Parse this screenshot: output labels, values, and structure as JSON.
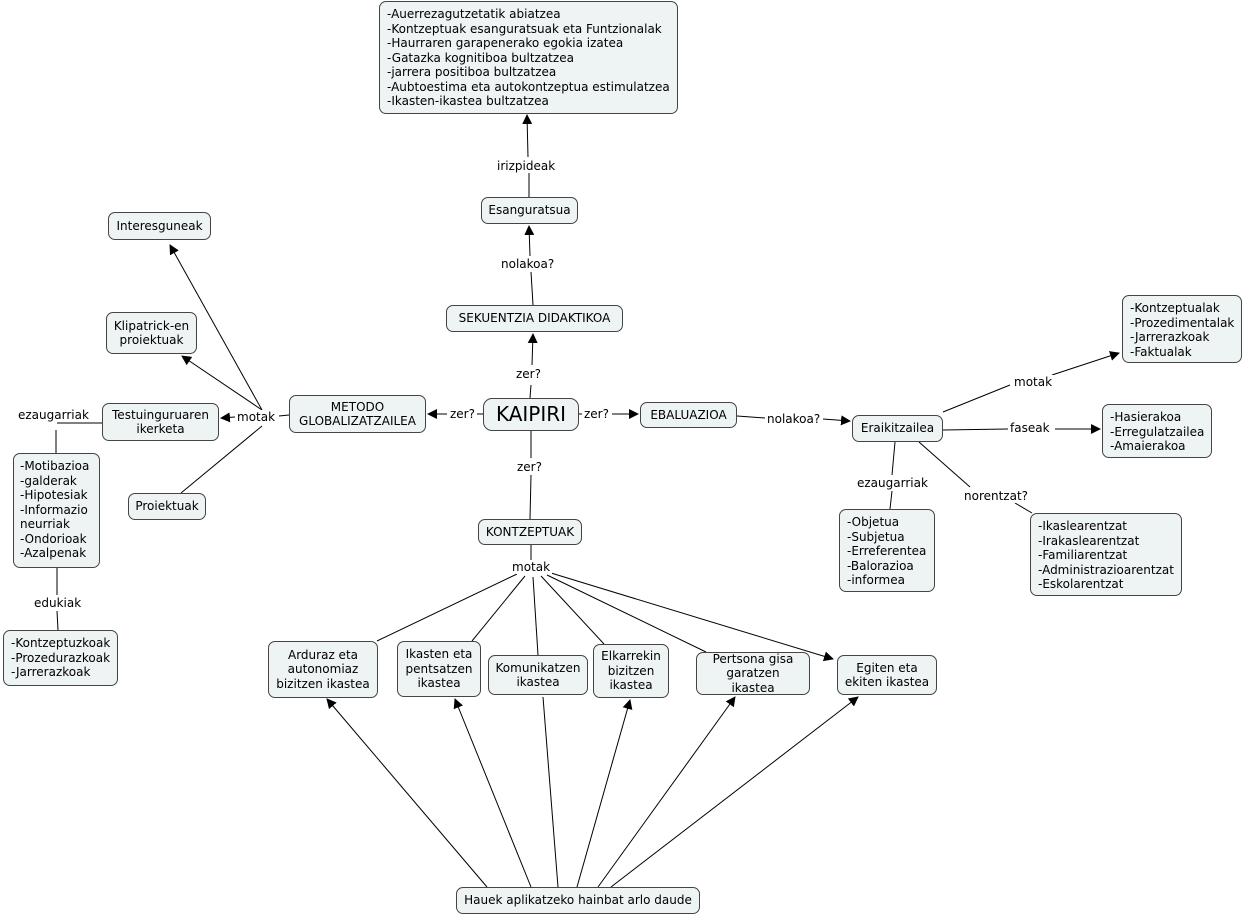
{
  "root": "KAIPIRI",
  "nodes": {
    "irizpideak_list": [
      "-Auerrezagutzetatik abiatzea",
      "-Kontzeptuak esanguratsuak eta Funtzionalak",
      "-Haurraren garapenerako egokia izatea",
      "-Gatazka kognitiboa bultzatzea",
      "-jarrera positiboa bultzatzea",
      "-Aubtoestima eta autokontzeptua estimulatzea",
      "-Ikasten-ikastea bultzatzea"
    ],
    "esanguratsua": "Esanguratsua",
    "sekuentzia": "SEKUENTZIA DIDAKTIKOA",
    "interesguneak": "Interesguneak",
    "klipatrick": "Klipatrick-en proiektuak",
    "testuinguru": "Testuinguruaren ikerketa",
    "metodo": "METODO GLOBALIZATZAILEA",
    "proiektuak": "Proiektuak",
    "ezaugarriak_list": [
      "-Motibazioa",
      "-galderak",
      "-Hipotesiak",
      "-Informazio neurriak",
      "-Ondorioak",
      "-Azalpenak"
    ],
    "edukiak_list": [
      "-Kontzeptuzkoak",
      "-Prozedurazkoak",
      "-Jarrerazkoak"
    ],
    "ebaluazioa": "EBALUAZIOA",
    "eraikitzailea": "Eraikitzailea",
    "motak_list": [
      "-Kontzeptualak",
      "-Prozedimentalak",
      "-Jarrerazkoak",
      "-Faktualak"
    ],
    "faseak_list": [
      "-Hasierakoa",
      "-Erregulatzailea",
      "-Amaierakoa"
    ],
    "era_ezaug_list": [
      "-Objetua",
      "-Subjetua",
      "-Erreferentea",
      "-Balorazioa",
      "-informea"
    ],
    "norentzat_list": [
      "-Ikaslearentzat",
      "-Irakaslearentzat",
      "-Familiarentzat",
      "-Administrazioarentzat",
      "-Eskolarentzat"
    ],
    "kontzeptuak": "KONTZEPTUAK",
    "arduraz": "Arduraz eta autonomiaz bizitzen ikastea",
    "ikasten": "Ikasten eta pentsatzen ikastea",
    "komunikatzen": "Komunikatzen ikastea",
    "elkarrekin": "Elkarrekin bizitzen ikastea",
    "pertsona": "Pertsona gisa garatzen ikastea",
    "egiten": "Egiten eta ekiten ikastea",
    "hauek": "Hauek aplikatzeko hainbat arlo daude"
  },
  "links": {
    "irizpideak": "irizpideak",
    "nolakoa_top": "nolakoa?",
    "zer_top": "zer?",
    "zer_left": "zer?",
    "zer_right": "zer?",
    "zer_bottom": "zer?",
    "motak_left": "motak",
    "ezaugarriak_left": "ezaugarriak",
    "edukiak": "edukiak",
    "nolakoa_right": "nolakoa?",
    "motak_right": "motak",
    "faseak": "faseak",
    "ezaugarriak_right": "ezaugarriak",
    "norentzat": "norentzat?",
    "motak_bottom": "motak"
  }
}
